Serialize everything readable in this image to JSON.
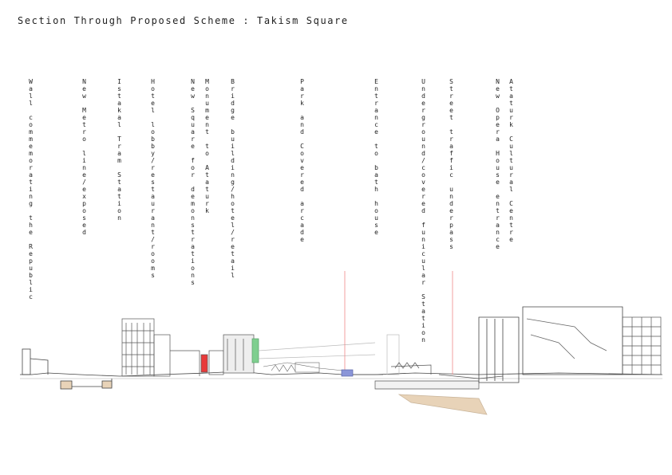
{
  "title": "Section Through Proposed Scheme : Takism Square",
  "labels": [
    "Wall commemorating the Republic",
    "New Metro line/exposed",
    "Istakal Tram Station",
    "Hotel lobby/restaurant/rooms",
    "New Square for demonstrations",
    "Monument to Ataturk",
    "Bridge building/hotel/retail",
    "Park and Covered arcade",
    "Entrance to bath house",
    "Underground/covered funicular Station",
    "Street traffic underpass",
    "New Opera House entrance",
    "Ataturk Cultural Centre"
  ],
  "colors": {
    "line": "#555555",
    "light_line": "#bbbbbb",
    "red_marker": "#e83a3a",
    "red_line": "#f08a8a",
    "green": "#7fcf8f",
    "blue": "#8a95d8",
    "sand": "#e8d3b8"
  }
}
